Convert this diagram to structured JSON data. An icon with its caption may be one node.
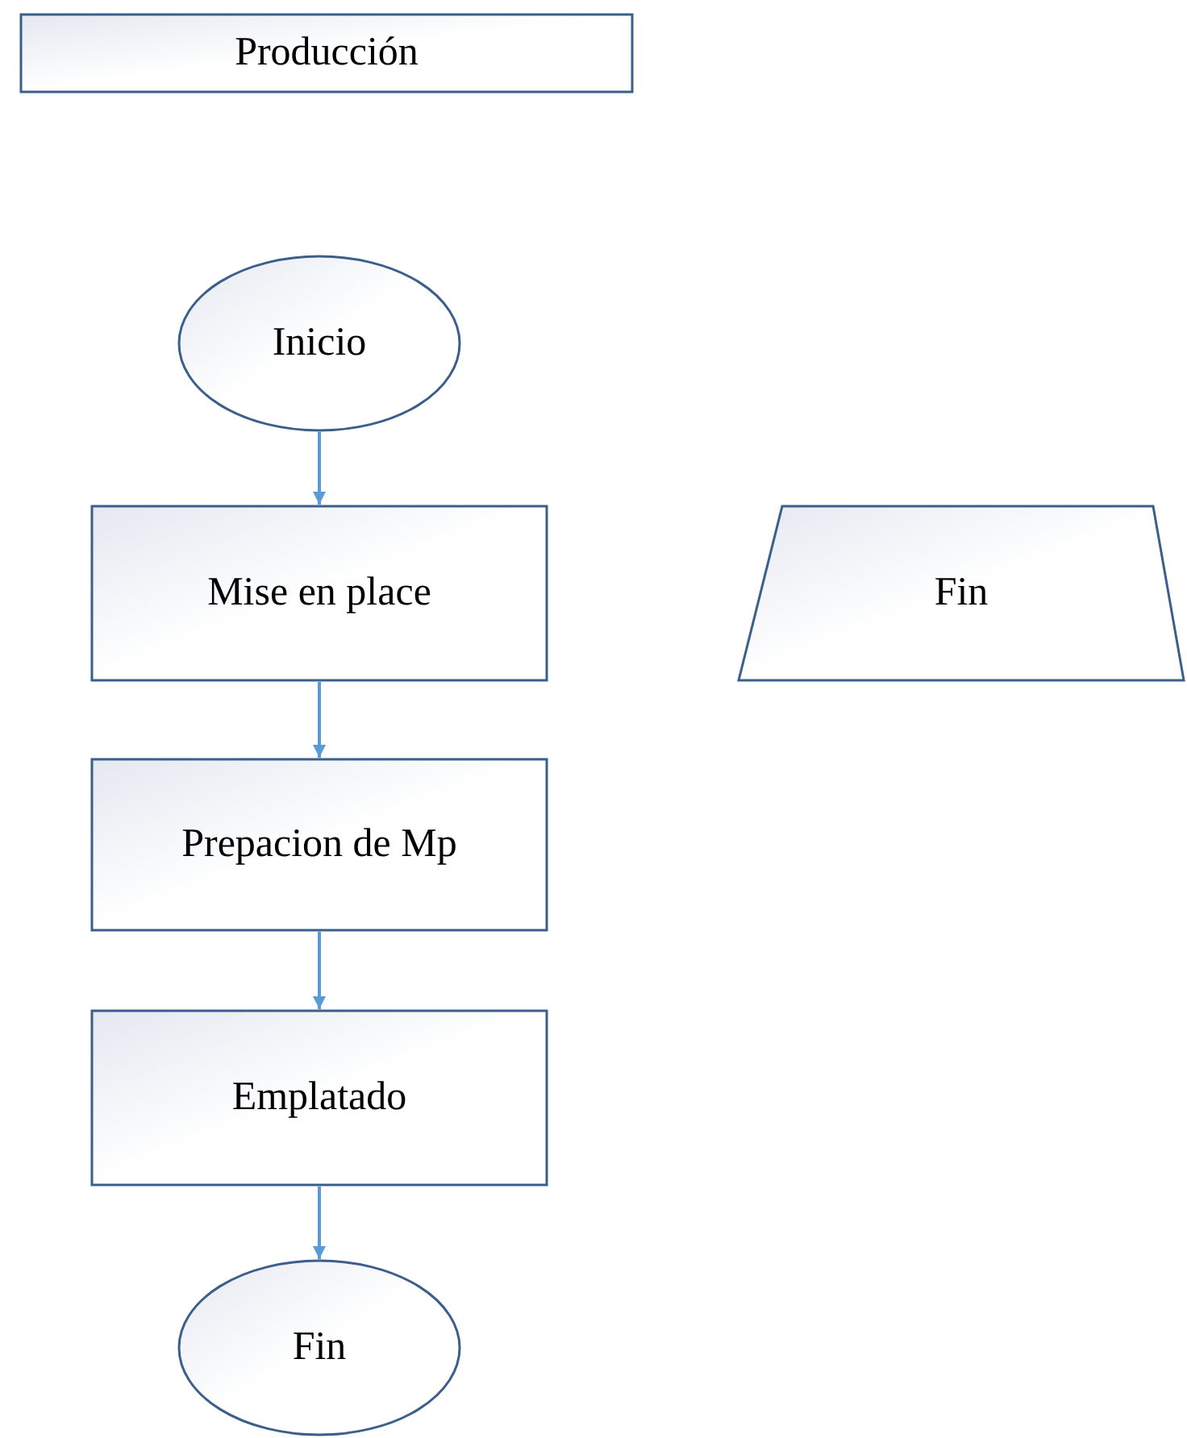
{
  "diagram": {
    "nodes": [
      {
        "text": [
          "Producción"
        ]
      },
      {
        "text": [
          "Inicio"
        ]
      },
      {
        "text": [
          "Mise en place"
        ]
      },
      {
        "text": [
          "Prepacion de Mp"
        ]
      },
      {
        "text": [
          "Emplatado"
        ]
      },
      {
        "text": [
          "Fin"
        ]
      },
      {
        "text": [
          "Fin"
        ]
      }
    ],
    "edges": [
      {
        "from": 1,
        "to": 2,
        "arrow": "to"
      },
      {
        "from": 2,
        "to": 3,
        "arrow": "to"
      },
      {
        "from": 3,
        "to": 4,
        "arrow": "to"
      },
      {
        "from": 4,
        "to": 5,
        "arrow": "to"
      }
    ]
  }
}
